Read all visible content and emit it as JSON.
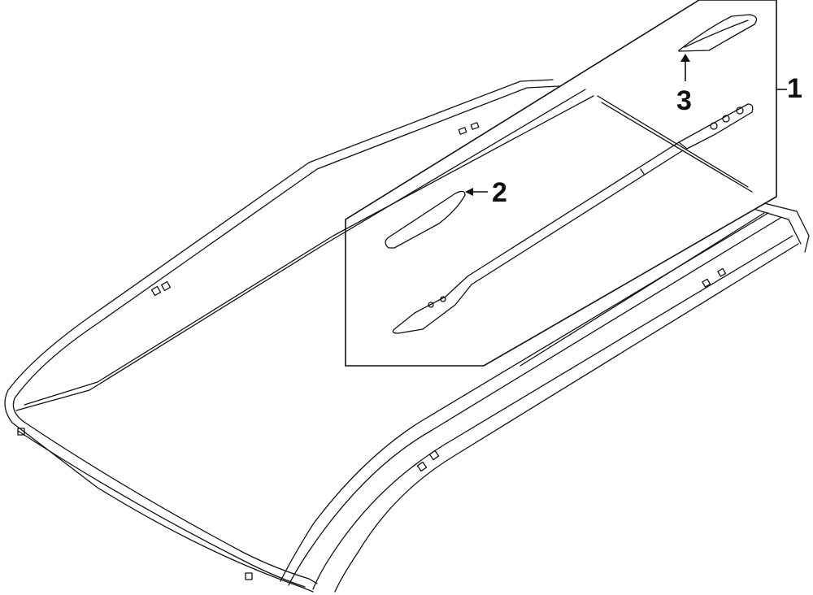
{
  "diagram": {
    "type": "exploded-parts-diagram",
    "subject": "Roof panel with roof rack side rail assembly",
    "callouts": [
      {
        "id": "1",
        "label": "1",
        "target": "roof rack rail assembly (bracketed group)"
      },
      {
        "id": "2",
        "label": "2",
        "target": "front rail end cover"
      },
      {
        "id": "3",
        "label": "3",
        "target": "rear rail end cover"
      }
    ],
    "colors": {
      "line": "#111111",
      "background": "#ffffff"
    }
  }
}
